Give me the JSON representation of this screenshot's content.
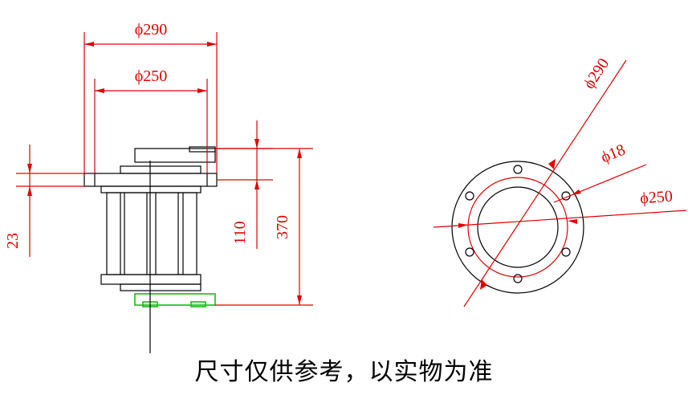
{
  "side_view": {
    "dim_top_outer": "ϕ290",
    "dim_top_inner": "ϕ250",
    "dim_flange_thickness": "23",
    "dim_height_110": "110",
    "dim_height_370": "370"
  },
  "flange_view": {
    "dim_outer": "ϕ290",
    "dim_hole": "ϕ18",
    "dim_bolt_circle": "ϕ250"
  },
  "note": "尺寸仅供参考，以实物为准",
  "colors": {
    "dimension": "#e00000",
    "outline": "#000000",
    "base": "#10c010"
  }
}
